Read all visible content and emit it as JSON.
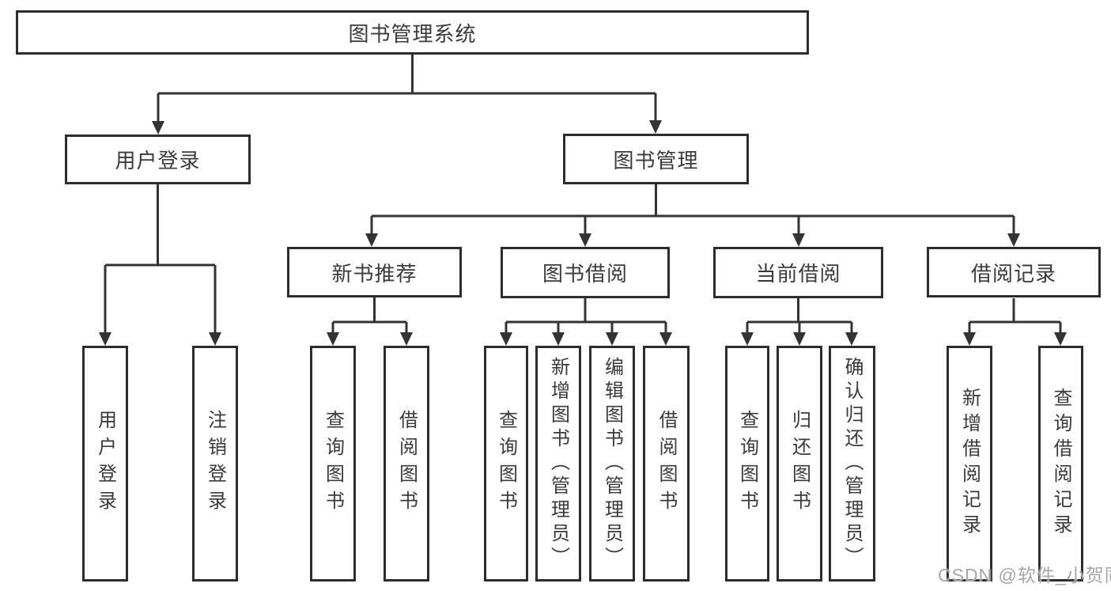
{
  "diagram_type": "hierarchy-chart",
  "colors": {
    "line": "#333333",
    "box_border": "#2d2d2d",
    "box_background": "#ffffff",
    "text": "#3a3a3a",
    "watermark": "#a6a6a6"
  },
  "tree": {
    "label": "图书管理系统",
    "children": [
      {
        "label": "用户登录",
        "children": [
          {
            "label": "用户登录"
          },
          {
            "label": "注销登录"
          }
        ]
      },
      {
        "label": "图书管理",
        "children": [
          {
            "label": "新书推荐",
            "children": [
              {
                "label": "查询图书"
              },
              {
                "label": "借阅图书"
              }
            ]
          },
          {
            "label": "图书借阅",
            "children": [
              {
                "label": "查询图书"
              },
              {
                "label": "新增图书（管理员）"
              },
              {
                "label": "编辑图书（管理员）"
              },
              {
                "label": "借阅图书"
              }
            ]
          },
          {
            "label": "当前借阅",
            "children": [
              {
                "label": "查询图书"
              },
              {
                "label": "归还图书"
              },
              {
                "label": "确认归还（管理员）"
              }
            ]
          },
          {
            "label": "借阅记录",
            "children": [
              {
                "label": "新增借阅记录"
              },
              {
                "label": "查询借阅记录"
              }
            ]
          }
        ]
      }
    ]
  },
  "watermark": {
    "text": "CSDN @软件_小贺同学"
  }
}
